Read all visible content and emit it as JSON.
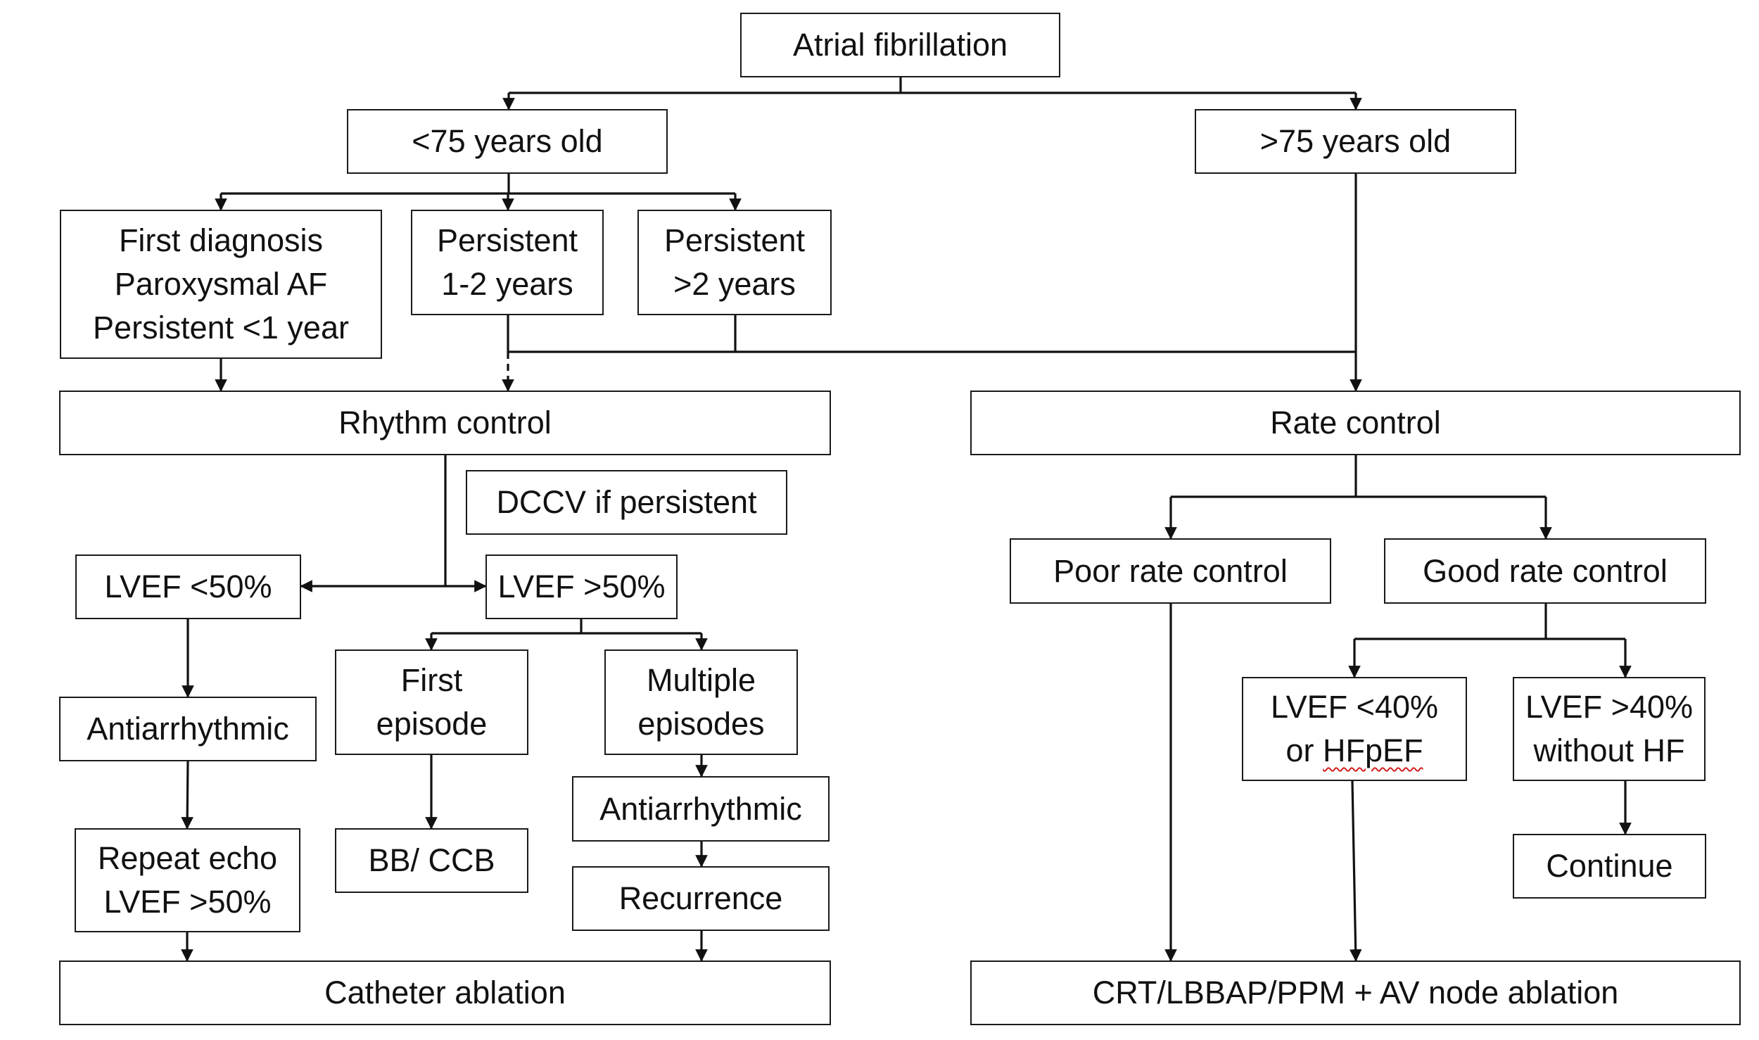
{
  "diagram": {
    "title": "Atrial fibrillation",
    "nodes": {
      "af": "Atrial fibrillation",
      "under75": "<75 years old",
      "over75": ">75 years old",
      "first_dx": [
        "First diagnosis",
        "Paroxysmal AF",
        "Persistent <1 year"
      ],
      "persist_1_2": [
        "Persistent",
        "1-2 years"
      ],
      "persist_gt2": [
        "Persistent",
        ">2 years"
      ],
      "rhythm": "Rhythm control",
      "rate": "Rate control",
      "dccv": "DCCV if persistent",
      "lvef_lt50": "LVEF <50%",
      "lvef_gt50": "LVEF >50%",
      "antiarr_left": "Antiarrhythmic",
      "repeat_echo": [
        "Repeat echo",
        "LVEF >50%"
      ],
      "first_episode": [
        "First",
        "episode"
      ],
      "multiple_episodes": [
        "Multiple",
        "episodes"
      ],
      "bb_ccb": "BB/ CCB",
      "antiarr_mid": "Antiarrhythmic",
      "recurrence": "Recurrence",
      "catheter": "Catheter ablation",
      "poor_rate": "Poor rate control",
      "good_rate": "Good rate control",
      "lvef_lt40": [
        "LVEF <40%",
        "or ",
        "HFpEF"
      ],
      "lvef_gt40": [
        "LVEF >40%",
        "without HF"
      ],
      "continue": "Continue",
      "crt": "CRT/LBBAP/PPM + AV node ablation"
    },
    "colors": {
      "line": "#111111",
      "box_border": "#1a1a1a",
      "spellcheck_underline": "#d21f1f"
    }
  }
}
